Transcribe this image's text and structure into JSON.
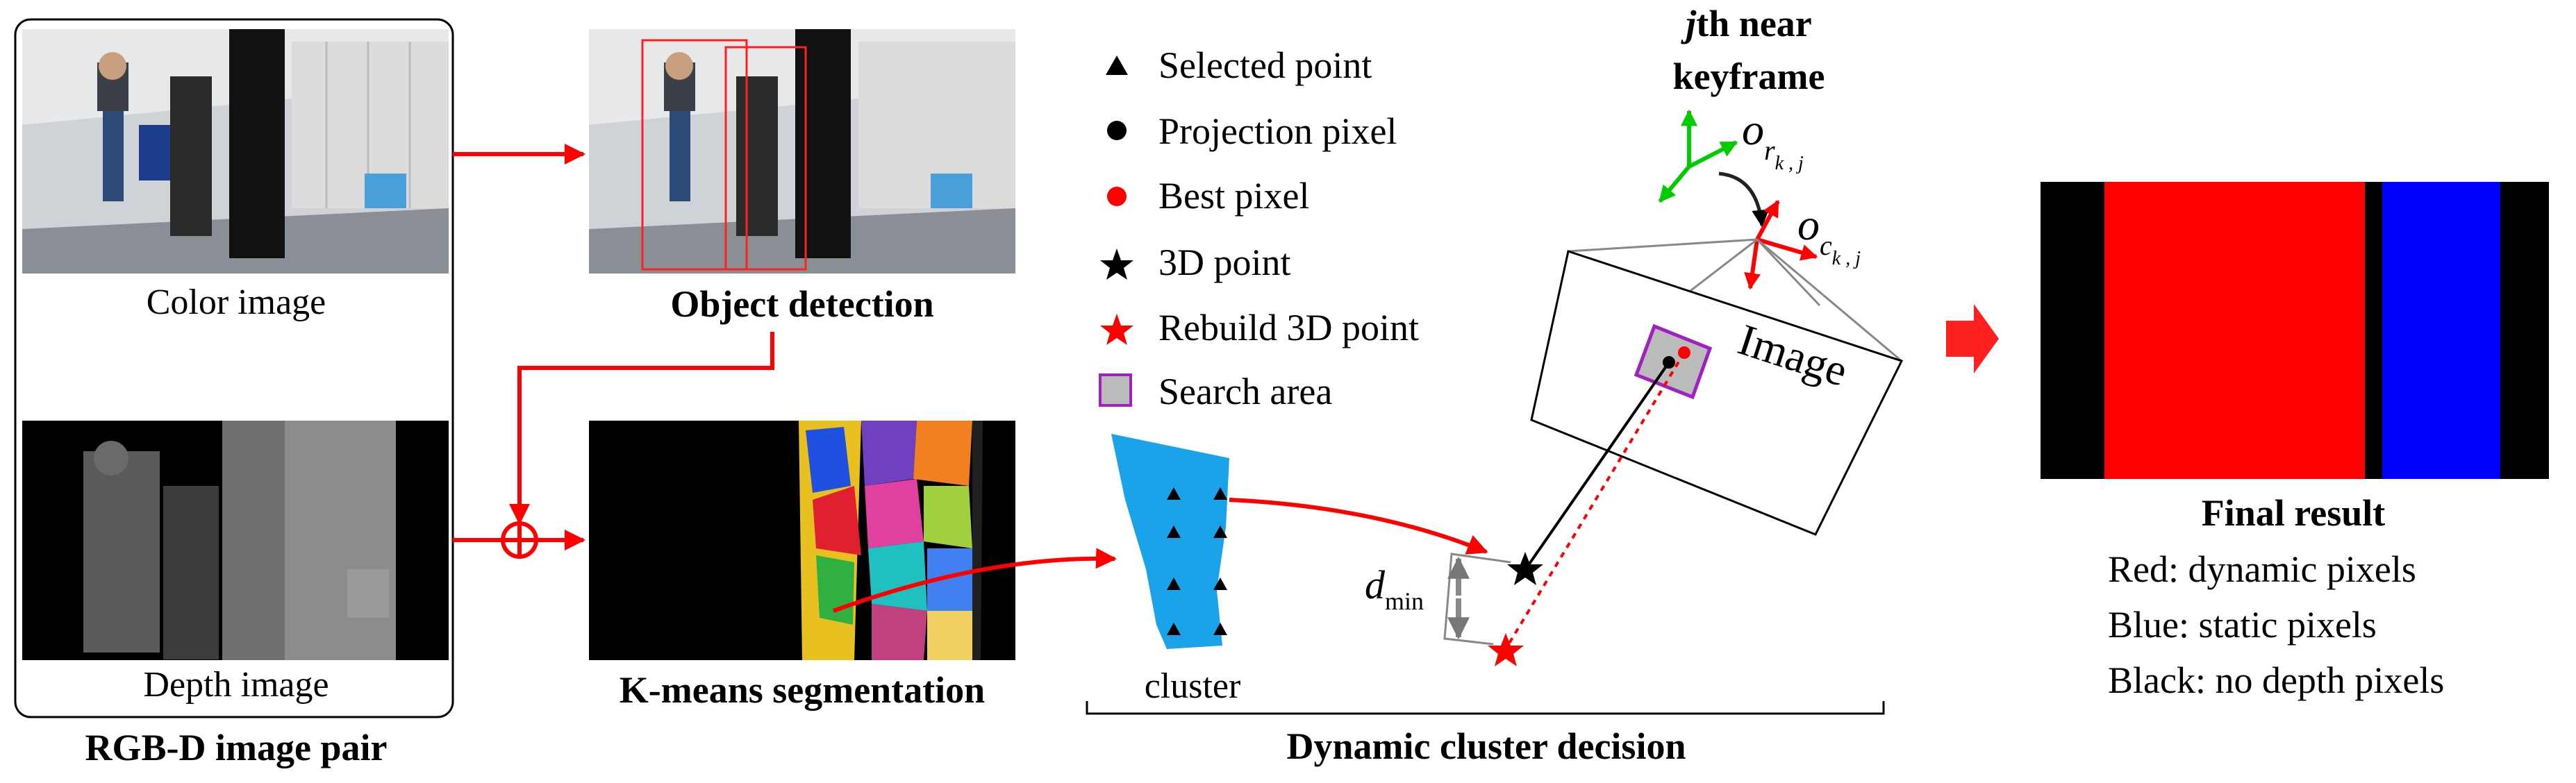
{
  "labels": {
    "color_image": "Color image",
    "depth_image": "Depth image",
    "rgbd_pair": "RGB-D image pair",
    "object_detection": "Object detection",
    "kmeans": "K-means segmentation",
    "cluster": "cluster",
    "dynamic_decision": "Dynamic cluster decision",
    "image": "Image",
    "keyframe_j": "j",
    "keyframe_line1_rest": "th near",
    "keyframe_line2": "keyframe",
    "o_letter": "o",
    "r_sub": "r",
    "c_sub": "c",
    "kj_sub": "k , j",
    "d_letter": "d",
    "d_sub": "min",
    "final_result": "Final result",
    "final_lines": [
      "Red: dynamic pixels",
      "Blue: static pixels",
      "Black: no depth pixels"
    ]
  },
  "legend": [
    {
      "symbol": "triangle",
      "color": "#000000",
      "label": "Selected point"
    },
    {
      "symbol": "circle",
      "color": "#000000",
      "label": "Projection pixel"
    },
    {
      "symbol": "circle",
      "color": "#ff0000",
      "label": "Best pixel"
    },
    {
      "symbol": "star",
      "color": "#000000",
      "label": "3D point"
    },
    {
      "symbol": "star",
      "color": "#ff0000",
      "label": "Rebuild 3D point"
    },
    {
      "symbol": "square",
      "color": "#a020c0",
      "label": "Search area"
    }
  ],
  "colors": {
    "arrow": "#ff0000",
    "cluster": "#1aa3e8",
    "dynamic": "#ff0000",
    "static": "#0000ff",
    "no_depth": "#000000",
    "axis_green": "#00cc00",
    "search_area": "#a020c0"
  }
}
